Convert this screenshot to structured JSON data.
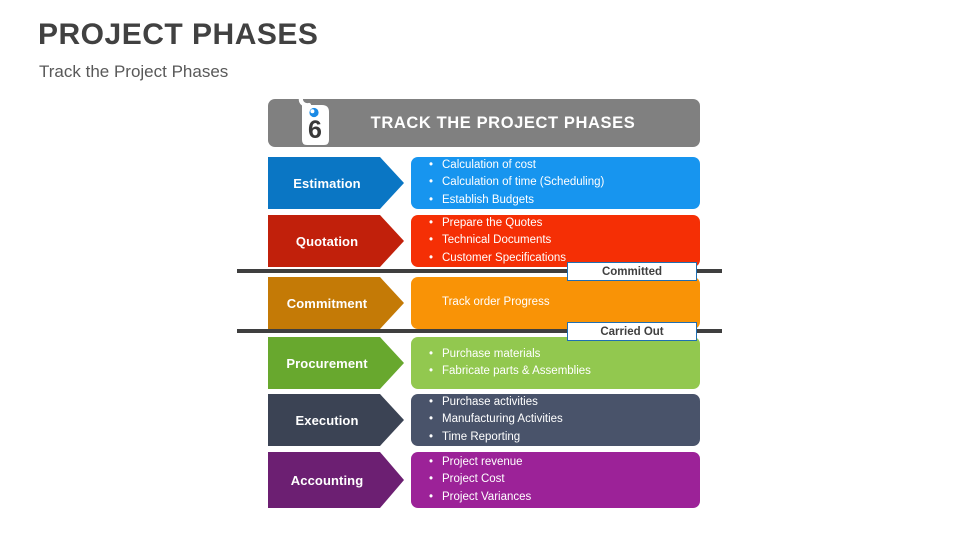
{
  "page": {
    "title": "PROJECT PHASES",
    "subtitle": "Track the Project Phases"
  },
  "banner": {
    "title": "TRACK THE PROJECT PHASES",
    "background": "#808080",
    "icon": "tag-icon",
    "icon_number": "6",
    "icon_accent": "#1a8ae5"
  },
  "phases": [
    {
      "name": "Estimation",
      "label_color": "#0a76c4",
      "content_color": "#1795ef",
      "items": [
        "Calculation of cost",
        "Calculation of time (Scheduling)",
        "Establish Budgets"
      ],
      "bulleted": true
    },
    {
      "name": "Quotation",
      "label_color": "#c1200b",
      "content_color": "#f52f05",
      "items": [
        "Prepare the Quotes",
        "Technical Documents",
        "Customer Specifications"
      ],
      "bulleted": true
    },
    {
      "name": "Commitment",
      "label_color": "#c47a06",
      "content_color": "#f99306",
      "items": [
        "Track order Progress"
      ],
      "bulleted": false
    },
    {
      "name": "Procurement",
      "label_color": "#68a82e",
      "content_color": "#92c84f",
      "items": [
        "Purchase materials",
        "Fabricate parts & Assemblies"
      ],
      "bulleted": true
    },
    {
      "name": "Execution",
      "label_color": "#3b4354",
      "content_color": "#49536a",
      "items": [
        "Purchase activities",
        "Manufacturing Activities",
        "Time Reporting"
      ],
      "bulleted": true
    },
    {
      "name": "Accounting",
      "label_color": "#6c1f72",
      "content_color": "#9c2298",
      "items": [
        "Project revenue",
        "Project Cost",
        "Project Variances"
      ],
      "bulleted": true
    }
  ],
  "dividers": [
    {
      "label": "Committed"
    },
    {
      "label": "Carried Out"
    }
  ],
  "colors": {
    "line": "#3f3f3f",
    "divider_border": "#1f6fb2",
    "title_text": "#414141",
    "subtitle_text": "#595959"
  }
}
